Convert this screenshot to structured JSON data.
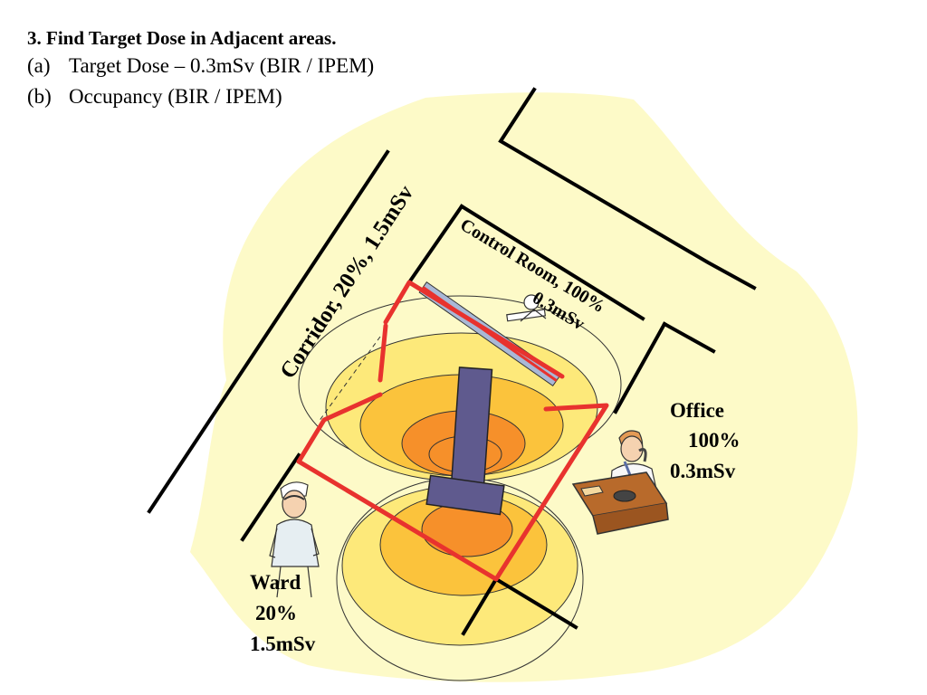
{
  "header": {
    "title": "3. Find Target Dose in Adjacent areas.",
    "items": [
      {
        "num": "(a)",
        "text": "Target Dose – 0.3mSv (BIR / IPEM)"
      },
      {
        "num": "(b)",
        "text": "Occupancy (BIR / IPEM)"
      }
    ]
  },
  "areas": {
    "corridor": {
      "text": "Corridor,  20%,  1.5mSv"
    },
    "control_room": {
      "line1": "Control Room, 100%",
      "line2": "0.3mSv"
    },
    "office": {
      "name": "Office",
      "occupancy": "100%",
      "dose": "0.3mSv"
    },
    "ward": {
      "name": "Ward",
      "occupancy": "20%",
      "dose": "1.5mSv"
    }
  },
  "colors": {
    "background_region": "#fdfac8",
    "shield_wall": "#e8322e",
    "dose_outer": "#fde97a",
    "dose_mid": "#fbc33c",
    "dose_inner": "#f6902a",
    "equipment": "#5f5a8e",
    "control_window": "#a9b8d6"
  },
  "icons": [
    "nurse-figure",
    "office-worker-figure",
    "control-operator-figure"
  ]
}
